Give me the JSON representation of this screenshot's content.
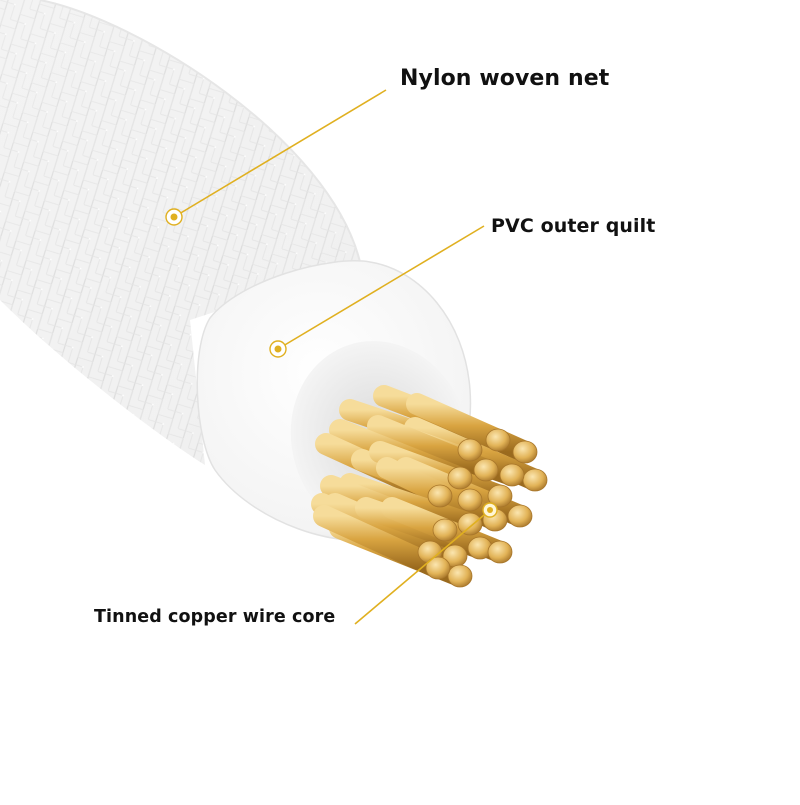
{
  "callouts": {
    "nylon": {
      "label": "Nylon woven net"
    },
    "pvc": {
      "label": "PVC outer quilt"
    },
    "core": {
      "label": "Tinned copper wire core"
    }
  },
  "colors": {
    "background": "#ffffff",
    "leader_line": "#e0b020",
    "braid": "#f2f2f2",
    "pvc_insulation": "#ffffff",
    "copper": "#d9a441",
    "copper_highlight": "#f6dc9a",
    "copper_shadow": "#9a6a1e"
  }
}
